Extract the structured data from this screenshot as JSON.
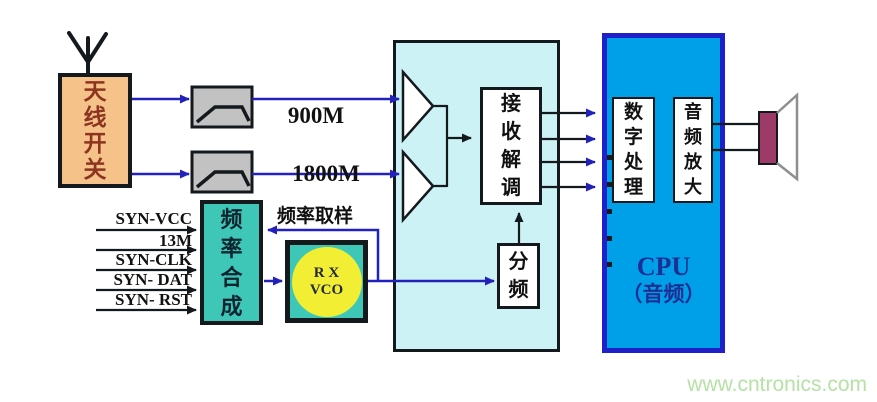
{
  "blocks": {
    "antenna_switch": "天线开关",
    "freq_synth": "频率合成",
    "rx_vco_line1": "R X",
    "rx_vco_line2": "VCO",
    "demod": "接收解调",
    "divider": "分频",
    "digital_processing": "数字处理",
    "audio_amplify": "音频放大",
    "cpu_line1": "CPU",
    "cpu_line2": "（音频）"
  },
  "labels": {
    "band_900": "900M",
    "band_1800": "1800M",
    "freq_sampling": "频率取样"
  },
  "syn_inputs": [
    "SYN-VCC",
    "13M",
    "SYN-CLK",
    "SYN- DAT",
    "SYN- RST"
  ],
  "watermark": "www.cntronics.com",
  "icons": {
    "antenna": "antenna-icon",
    "filters": [
      "bandpass-filter-900-icon",
      "bandpass-filter-1800-icon"
    ],
    "amplifiers": [
      "amplifier-900-icon",
      "amplifier-1800-icon"
    ],
    "speaker": "speaker-icon"
  },
  "colors": {
    "arrow_blue": "#2222bb",
    "line_black": "#13191c",
    "antenna_switch_fill": "#f5c389",
    "antenna_switch_text": "#8c3420",
    "synth_teal": "#3ec7b6",
    "receiver_box_cyan": "#cdf2f5",
    "cpu_fill": "#00a0e9",
    "cpu_border": "#2020c8",
    "cpu_text": "#1d2f94",
    "vco_yellow": "#f2ee33",
    "filter_gray": "#c2c2c2",
    "speaker_magenta": "#9e3a68",
    "watermark_green": "#b5e1a6"
  }
}
